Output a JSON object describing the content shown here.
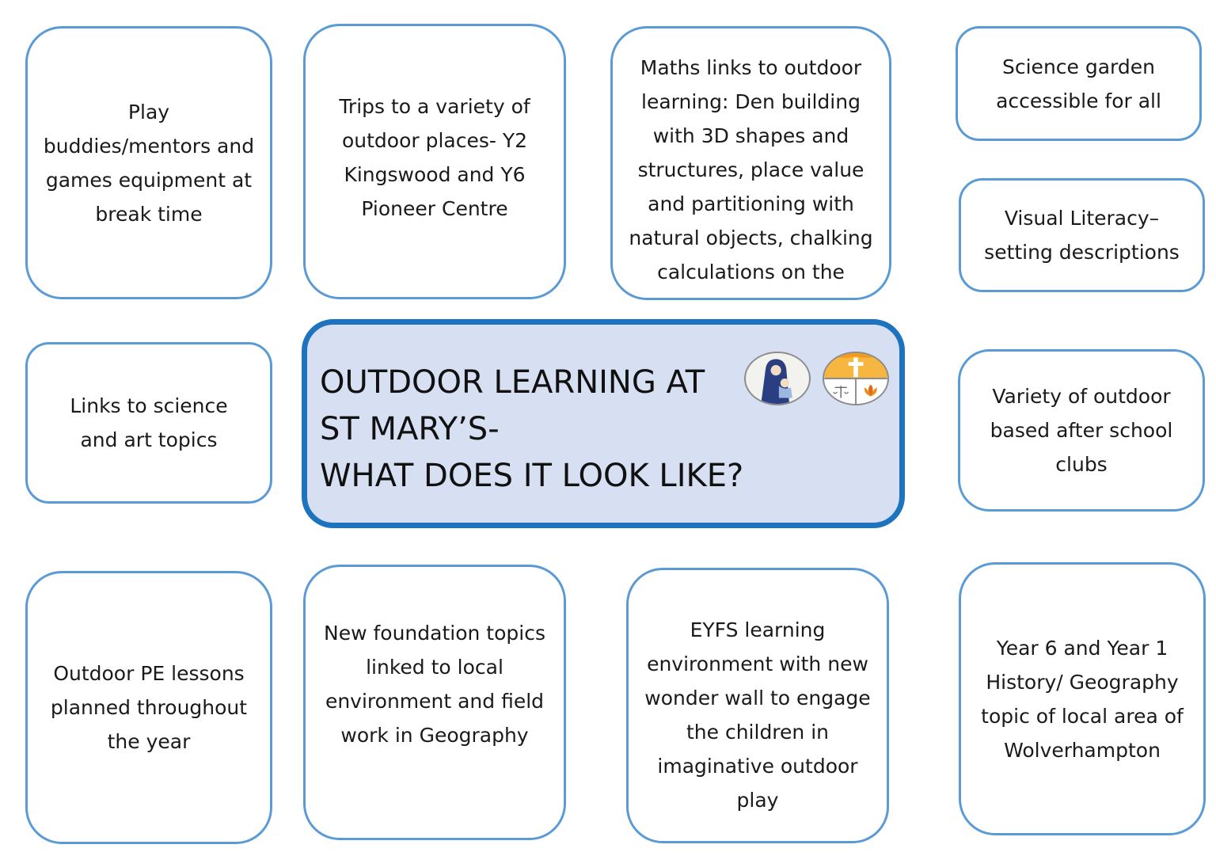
{
  "diagram": {
    "centre": {
      "line1": "OUTDOOR LEARNING AT",
      "line2": "ST MARY’S-",
      "line3": "WHAT DOES IT LOOK LIKE?"
    },
    "cards": {
      "play_buddies": "Play buddies/mentors and games equipment at break time",
      "trips": "Trips to a variety of outdoor places- Y2 Kingswood and Y6 Pioneer Centre",
      "maths": "Maths links to outdoor learning: Den building with 3D shapes and structures, place value and partitioning with natural objects, chalking calculations on the",
      "science_garden": "Science garden accessible for all",
      "visual_literacy": "Visual Literacy– setting descriptions",
      "links_science_art": "Links to science and art topics",
      "after_school": "Variety of outdoor based after school clubs",
      "outdoor_pe": "Outdoor PE lessons planned throughout the year",
      "foundation_topics": "New foundation topics linked to local environment and field work in Geography",
      "eyfs": "EYFS learning environment with new wonder wall to engage the children in imaginative outdoor play",
      "history_geography": "Year 6 and Year 1 History/ Geography topic of local area of Wolverhampton"
    },
    "colors": {
      "card_border": "#5b9bd5",
      "centre_border": "#1e73be",
      "centre_fill": "#d6e0f2"
    }
  }
}
